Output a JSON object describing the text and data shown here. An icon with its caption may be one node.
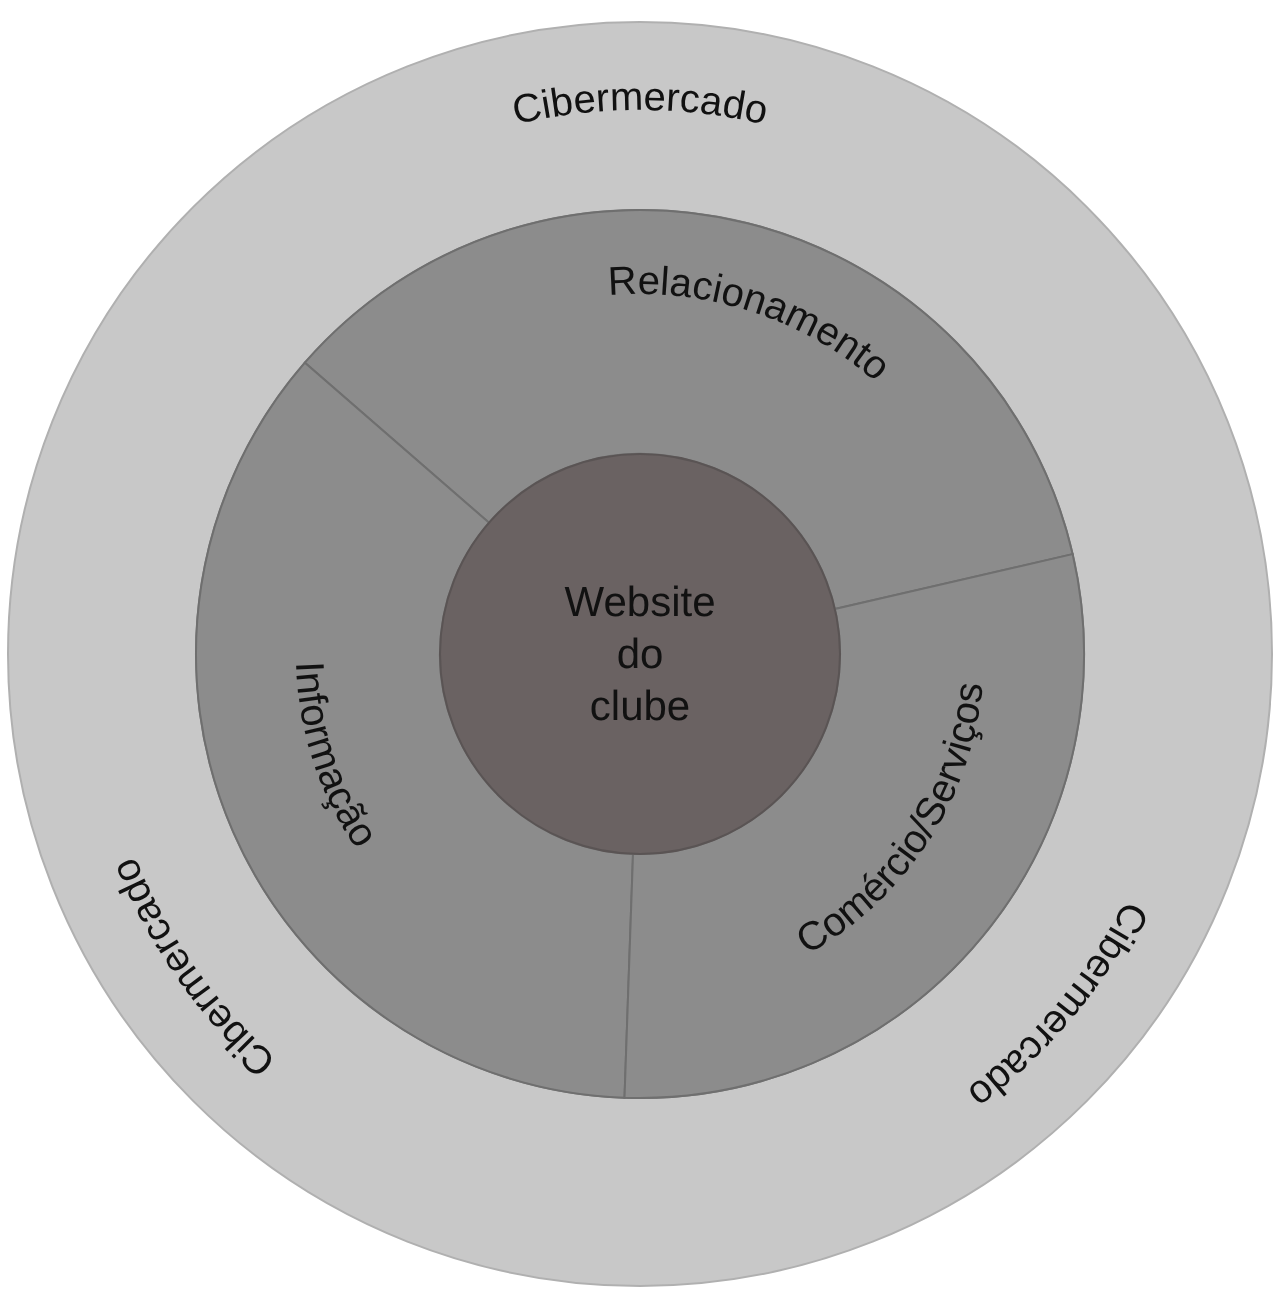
{
  "diagram": {
    "nodes": [
      {
        "text": [
          "Cibermercado",
          "Cibermercado",
          "Cibermercado"
        ]
      },
      {
        "text": [
          "Relacionamento"
        ],
        "in": 0
      },
      {
        "text": [
          "Informação"
        ],
        "in": 0
      },
      {
        "text": [
          "Comércio/Serviços"
        ],
        "in": 0
      },
      {
        "text": [
          "Website do clube"
        ],
        "in": 0
      }
    ]
  }
}
